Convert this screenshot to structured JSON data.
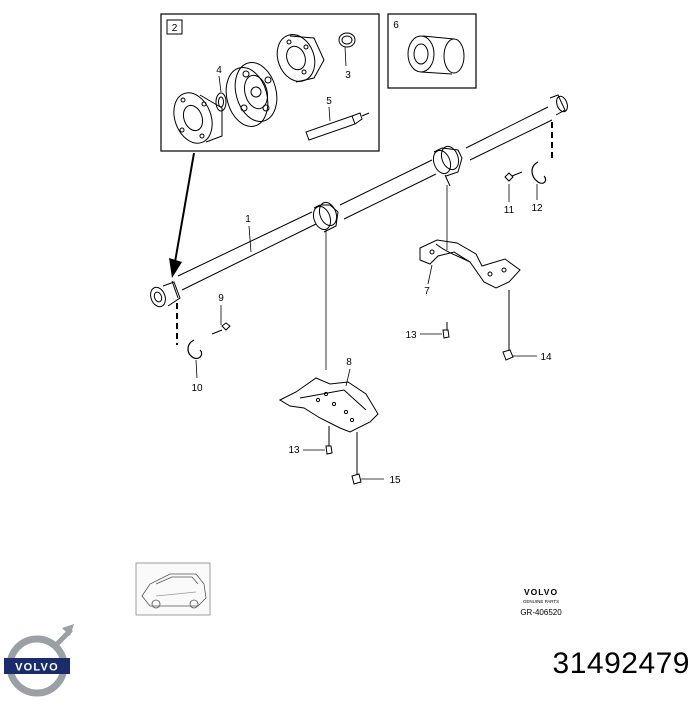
{
  "diagram": {
    "callouts": [
      "2",
      "4",
      "3",
      "5",
      "6",
      "1",
      "11",
      "12",
      "9",
      "7",
      "13",
      "14",
      "10",
      "8",
      "13",
      "15"
    ],
    "brand_small": "VOLVO",
    "brand_small_sub": "GENUINE PARTS",
    "ref_code": "GR-406520",
    "logo_text": "VOLVO"
  },
  "part_number": "31492479",
  "colors": {
    "line": "#000000",
    "logo_blue": "#1a2c6b",
    "logo_grey": "#9aa0a6"
  },
  "icons": [
    "volvo-logo-icon",
    "car-thumbnail-icon"
  ]
}
